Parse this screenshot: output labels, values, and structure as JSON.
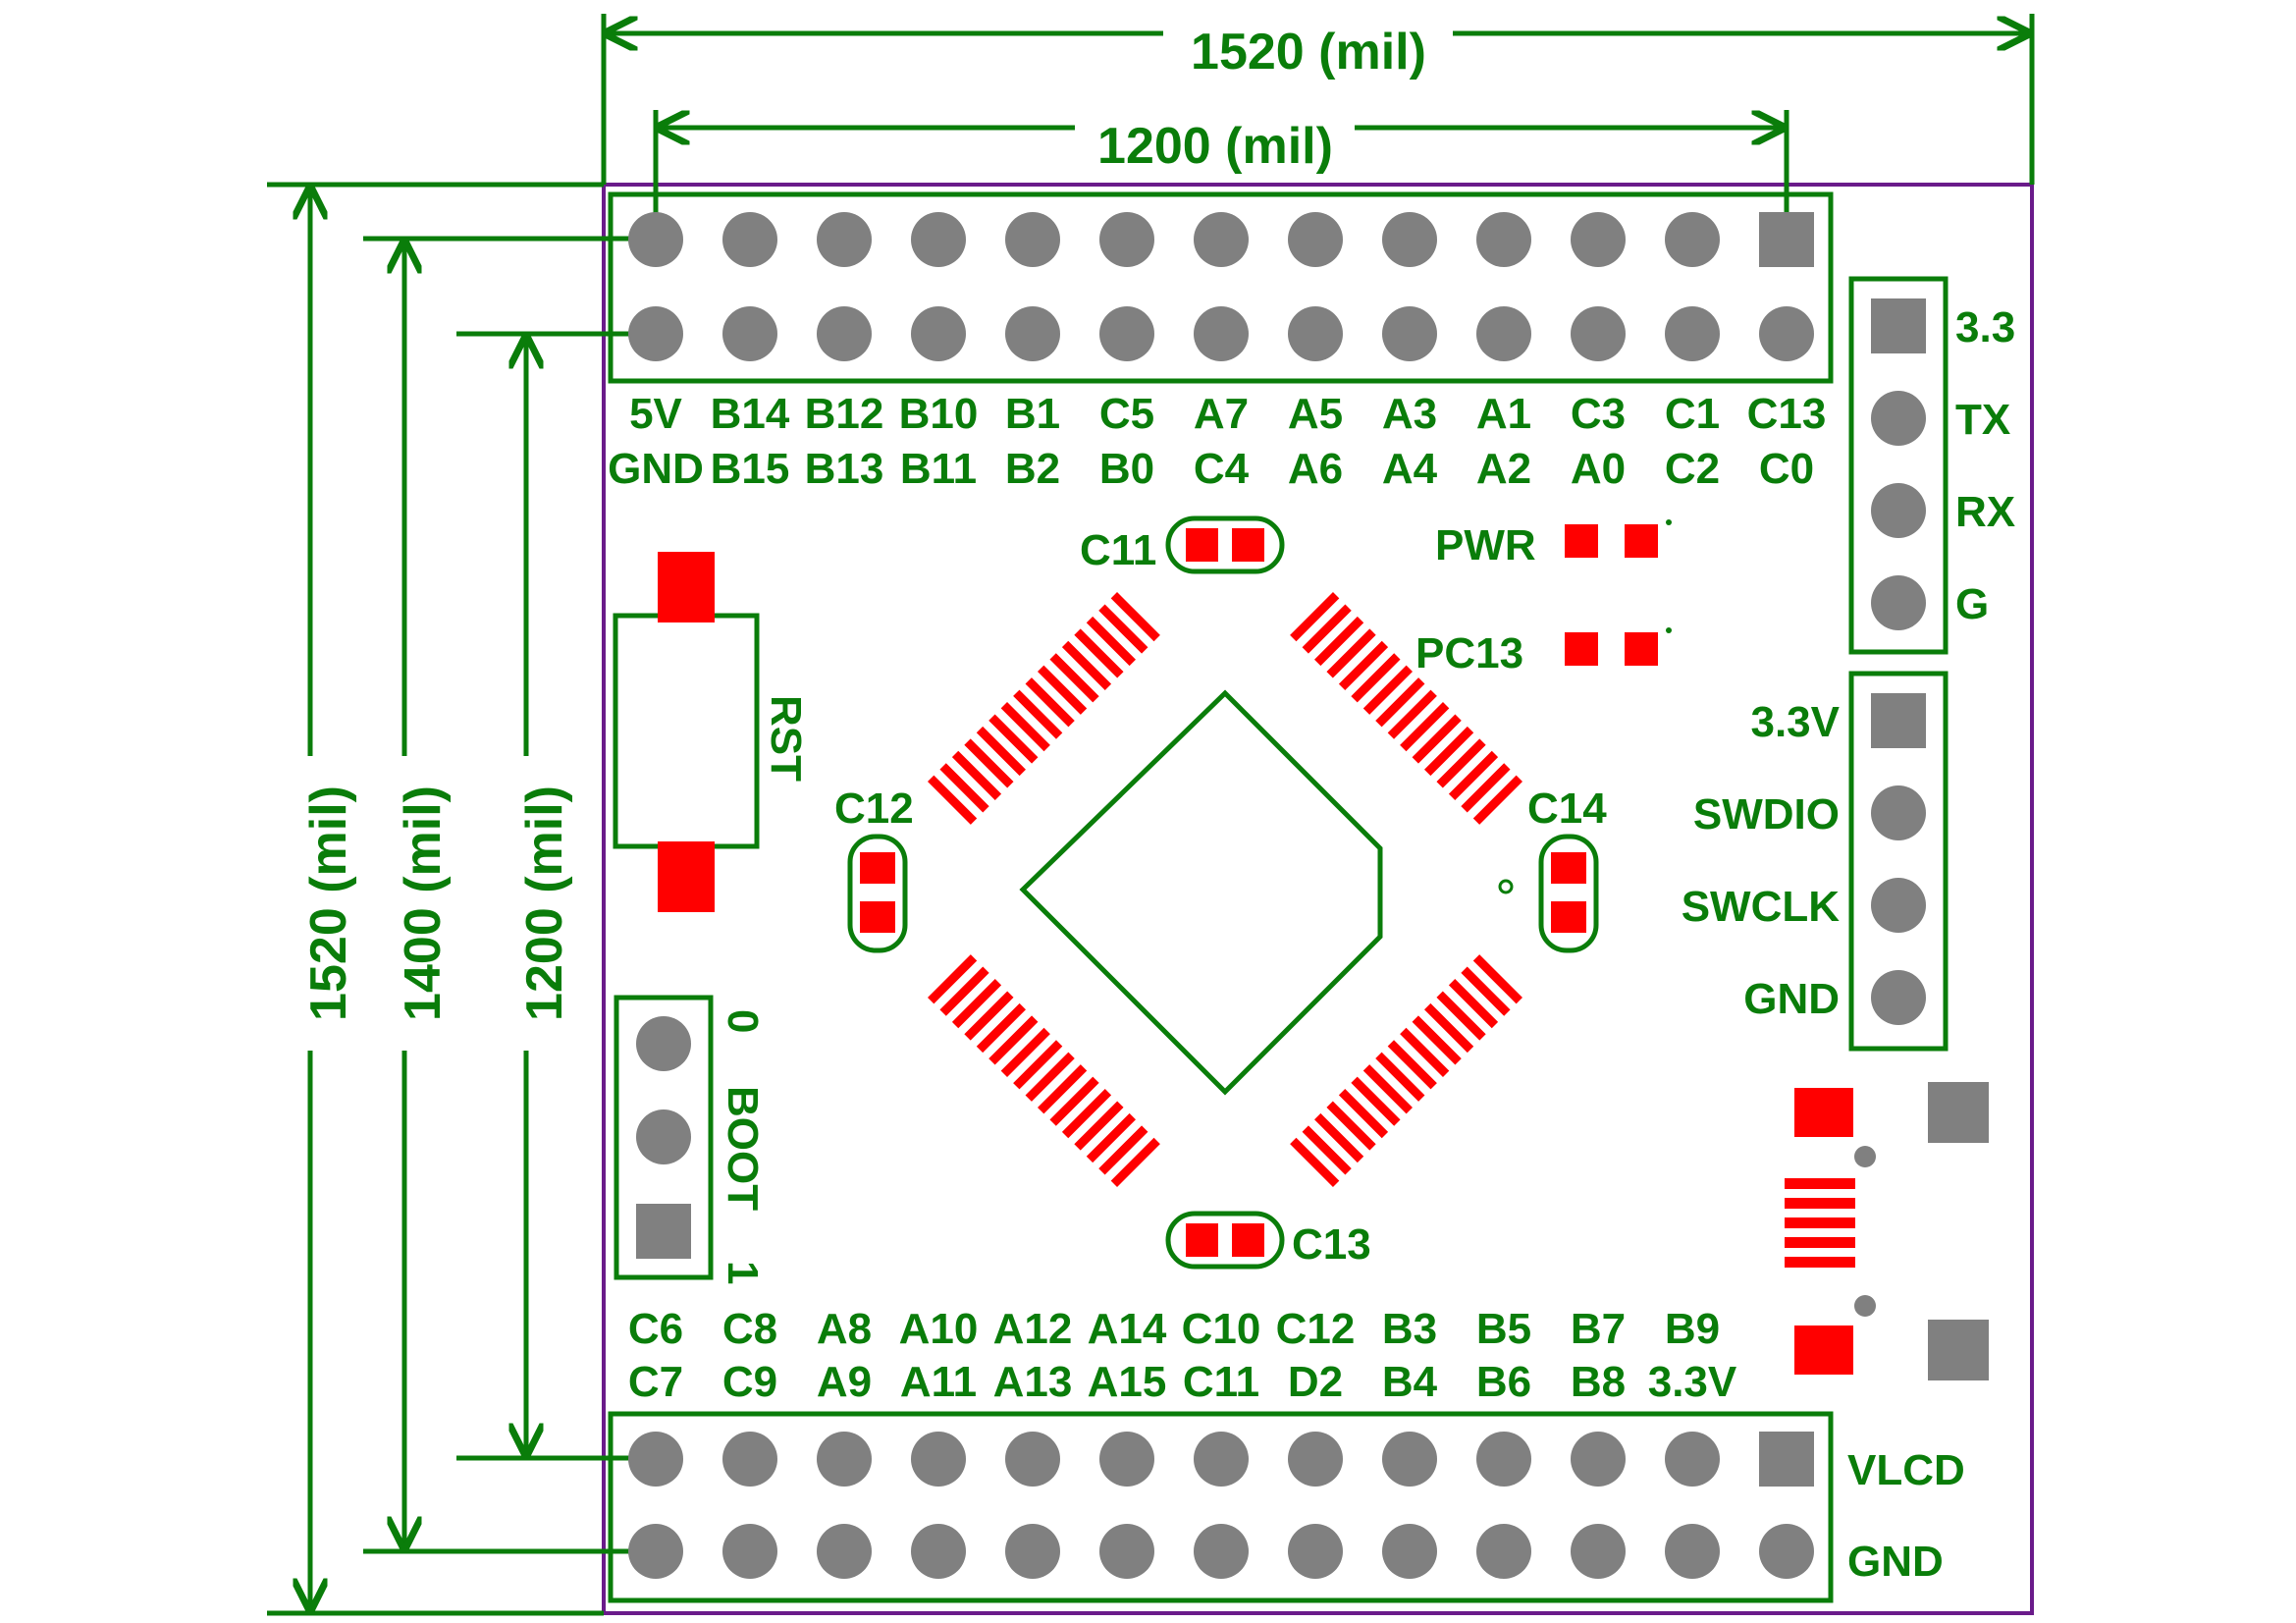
{
  "dimensions": {
    "board_width": "1520 (mil)",
    "header_span": "1200 (mil)",
    "board_height": "1520 (mil)",
    "header_row_span": "1400 (mil)",
    "header_inner_span": "1200 (mil)"
  },
  "top_header": {
    "row1_labels": [
      "5V",
      "B14",
      "B12",
      "B10",
      "B1",
      "C5",
      "A7",
      "A5",
      "A3",
      "A1",
      "C3",
      "C1",
      "C13"
    ],
    "row2_labels": [
      "GND",
      "B15",
      "B13",
      "B11",
      "B2",
      "B0",
      "C4",
      "A6",
      "A4",
      "A2",
      "A0",
      "C2",
      "C0"
    ]
  },
  "bottom_header": {
    "row1_labels": [
      "C6",
      "C8",
      "A8",
      "A10",
      "A12",
      "A14",
      "C10",
      "C12",
      "B3",
      "B5",
      "B7",
      "B9"
    ],
    "row2_labels": [
      "C7",
      "C9",
      "A9",
      "A11",
      "A13",
      "A15",
      "C11",
      "D2",
      "B4",
      "B6",
      "B8",
      "3.3V"
    ],
    "side_labels": [
      "VLCD",
      "GND"
    ]
  },
  "uart_header": {
    "labels": [
      "3.3",
      "TX",
      "RX",
      "G"
    ]
  },
  "swd_header": {
    "labels": [
      "3.3V",
      "SWDIO",
      "SWCLK",
      "GND"
    ]
  },
  "boot_header": {
    "label": "BOOT",
    "top": "0",
    "bottom": "1"
  },
  "components": {
    "reset_button": "RST",
    "cap_c11": "C11",
    "cap_c12": "C12",
    "cap_c13": "C13",
    "cap_c14": "C14",
    "led_pwr": "PWR",
    "led_pc13": "PC13"
  },
  "colors": {
    "silkscreen": "#0a7d0a",
    "outline": "#6a1b8a",
    "pad": "#808080",
    "smd_pad": "#ff0000"
  }
}
